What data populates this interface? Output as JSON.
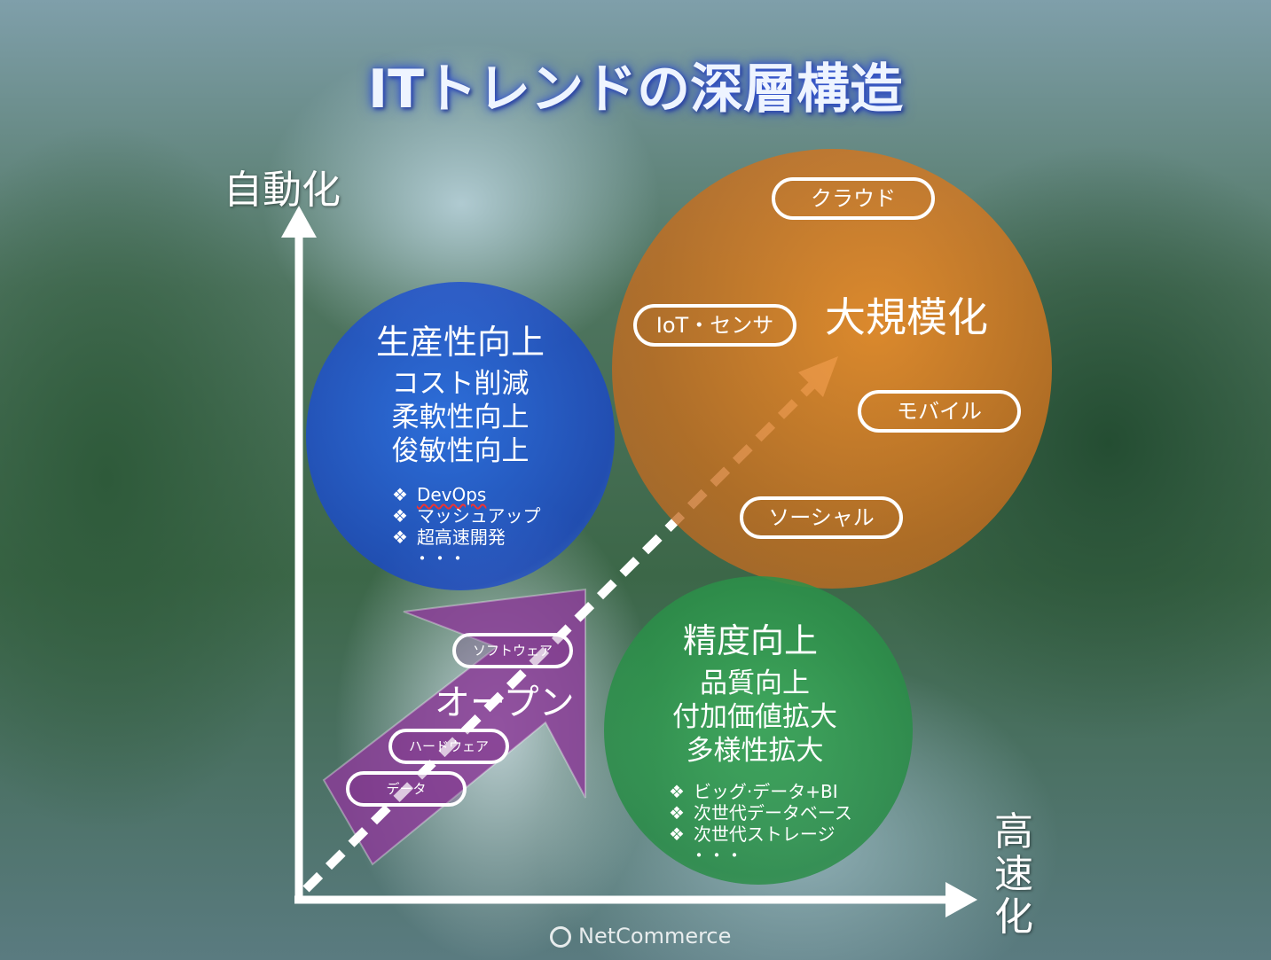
{
  "title": "ITトレンドの深層構造",
  "axes": {
    "y_label": "自動化",
    "x_label_chars": [
      "高",
      "速",
      "化"
    ]
  },
  "productivity": {
    "heading": "生産性向上",
    "lines": [
      "コスト削減",
      "柔軟性向上",
      "俊敏性向上"
    ],
    "bullets": [
      "DevOps",
      "マッシュアップ",
      "超高速開発"
    ],
    "more": "・・・"
  },
  "scale": {
    "heading": "大規模化",
    "items": [
      "クラウド",
      "IoT・センサ",
      "モバイル",
      "ソーシャル"
    ]
  },
  "accuracy": {
    "heading": "精度向上",
    "lines": [
      "品質向上",
      "付加価値拡大",
      "多様性拡大"
    ],
    "bullets": [
      "ビッグ·データ+BI",
      "次世代データベース",
      "次世代ストレージ"
    ],
    "more": "・・・"
  },
  "open": {
    "label": "オープン",
    "items": [
      "ソフトウェア",
      "ハードウェア",
      "データ"
    ]
  },
  "bullet_mark": "❖",
  "logo_text": "NetCommerce",
  "colors": {
    "productivity": "#2a6fe8",
    "scale": "#e88b2a",
    "accuracy": "#3aa35a",
    "open": "#8a3c96"
  }
}
